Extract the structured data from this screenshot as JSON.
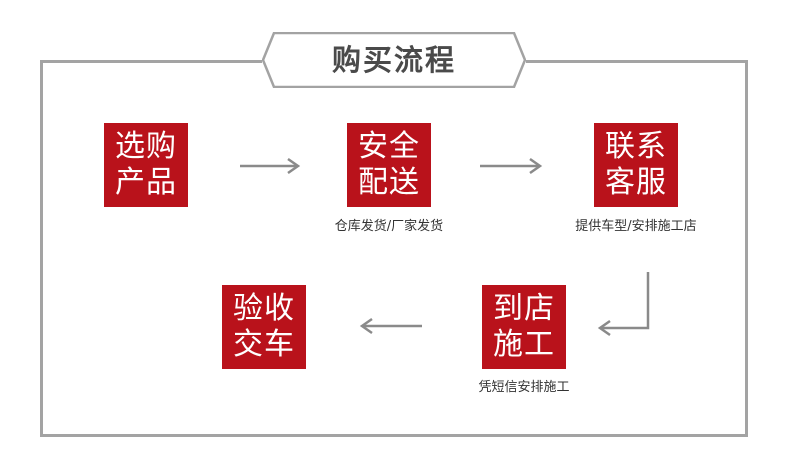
{
  "title": "购买流程",
  "steps": [
    {
      "line1": "选购",
      "line2": "产品",
      "caption": ""
    },
    {
      "line1": "安全",
      "line2": "配送",
      "caption": "仓库发货/厂家发货"
    },
    {
      "line1": "联系",
      "line2": "客服",
      "caption": "提供车型/安排施工店"
    },
    {
      "line1": "到店",
      "line2": "施工",
      "caption": "凭短信安排施工"
    },
    {
      "line1": "验收",
      "line2": "交车",
      "caption": ""
    }
  ],
  "colors": {
    "step_fill": "#b9121b",
    "frame": "#a3a3a3",
    "arrow": "#8a8a8a",
    "title_text": "#4a4a4a"
  }
}
